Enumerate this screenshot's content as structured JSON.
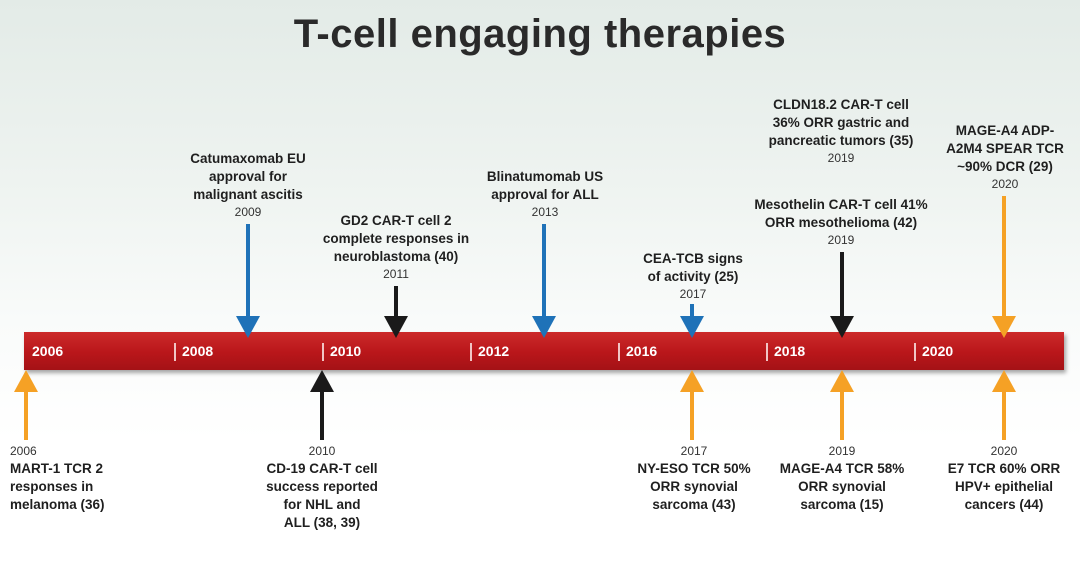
{
  "title": "T-cell engaging therapies",
  "timeline": {
    "bar_color": "#b9161a",
    "years": [
      "2006",
      "2008",
      "2010",
      "2012",
      "2016",
      "2018",
      "2020"
    ]
  },
  "arrow_colors": {
    "blue": "#1f72b8",
    "black": "#1a1a1a",
    "orange": "#f5a125"
  },
  "events_above": [
    {
      "lines": [
        "Catumaxomab EU",
        "approval for",
        "malignant ascitis"
      ],
      "year": "2009",
      "color": "blue"
    },
    {
      "lines": [
        "GD2 CAR-T cell 2",
        "complete responses in",
        "neuroblastoma (40)"
      ],
      "year": "2011",
      "color": "black"
    },
    {
      "lines": [
        "Blinatumomab US",
        "approval for ALL"
      ],
      "year": "2013",
      "color": "blue"
    },
    {
      "lines": [
        "CEA-TCB signs",
        "of activity (25)"
      ],
      "year": "2017",
      "color": "blue"
    },
    {
      "lines": [
        "CLDN18.2 CAR-T cell",
        "36% ORR gastric and",
        "pancreatic tumors (35)"
      ],
      "year": "2019",
      "color": "black"
    },
    {
      "lines": [
        "Mesothelin CAR-T cell 41%",
        "ORR mesothelioma (42)"
      ],
      "year": "2019",
      "color": "black"
    },
    {
      "lines": [
        "MAGE-A4 ADP-",
        "A2M4 SPEAR TCR",
        "~90% DCR (29)"
      ],
      "year": "2020",
      "color": "orange"
    }
  ],
  "events_below": [
    {
      "year": "2006",
      "lines": [
        "MART-1 TCR 2",
        "responses in",
        "melanoma (36)"
      ],
      "color": "orange"
    },
    {
      "year": "2010",
      "lines": [
        "CD-19 CAR-T cell",
        "success reported",
        "for NHL and",
        "ALL (38, 39)"
      ],
      "color": "black"
    },
    {
      "year": "2017",
      "lines": [
        "NY-ESO TCR 50%",
        "ORR synovial",
        "sarcoma (43)"
      ],
      "color": "orange"
    },
    {
      "year": "2019",
      "lines": [
        "MAGE-A4 TCR 58%",
        "ORR synovial",
        "sarcoma (15)"
      ],
      "color": "orange"
    },
    {
      "year": "2020",
      "lines": [
        "E7 TCR 60% ORR",
        "HPV+ epithelial",
        "cancers (44)"
      ],
      "color": "orange"
    }
  ]
}
